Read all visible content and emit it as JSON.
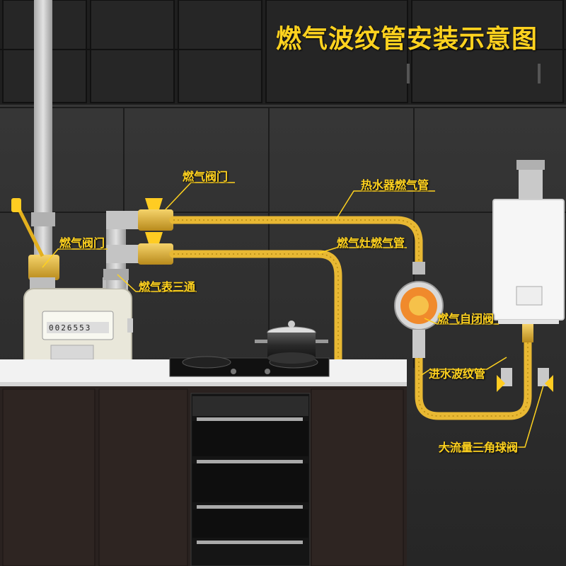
{
  "title": "燃气波纹管安装示意图",
  "labels": {
    "valve_top": "燃气阀门",
    "valve_left": "燃气阀门",
    "heater_pipe": "热水器燃气管",
    "stove_pipe": "燃气灶燃气管",
    "meter_tee": "燃气表三通",
    "auto_valve": "燃气自闭阀",
    "water_inlet": "进水波纹管",
    "triangle_valve": "大流量三角球阀"
  },
  "meter_reading": "0026553",
  "colors": {
    "accent": "#ffd21f",
    "pipe": "#e8b833",
    "wall": "#2e2e2e",
    "counter": "#f2f2f2",
    "cabinet": "#2a2220"
  }
}
